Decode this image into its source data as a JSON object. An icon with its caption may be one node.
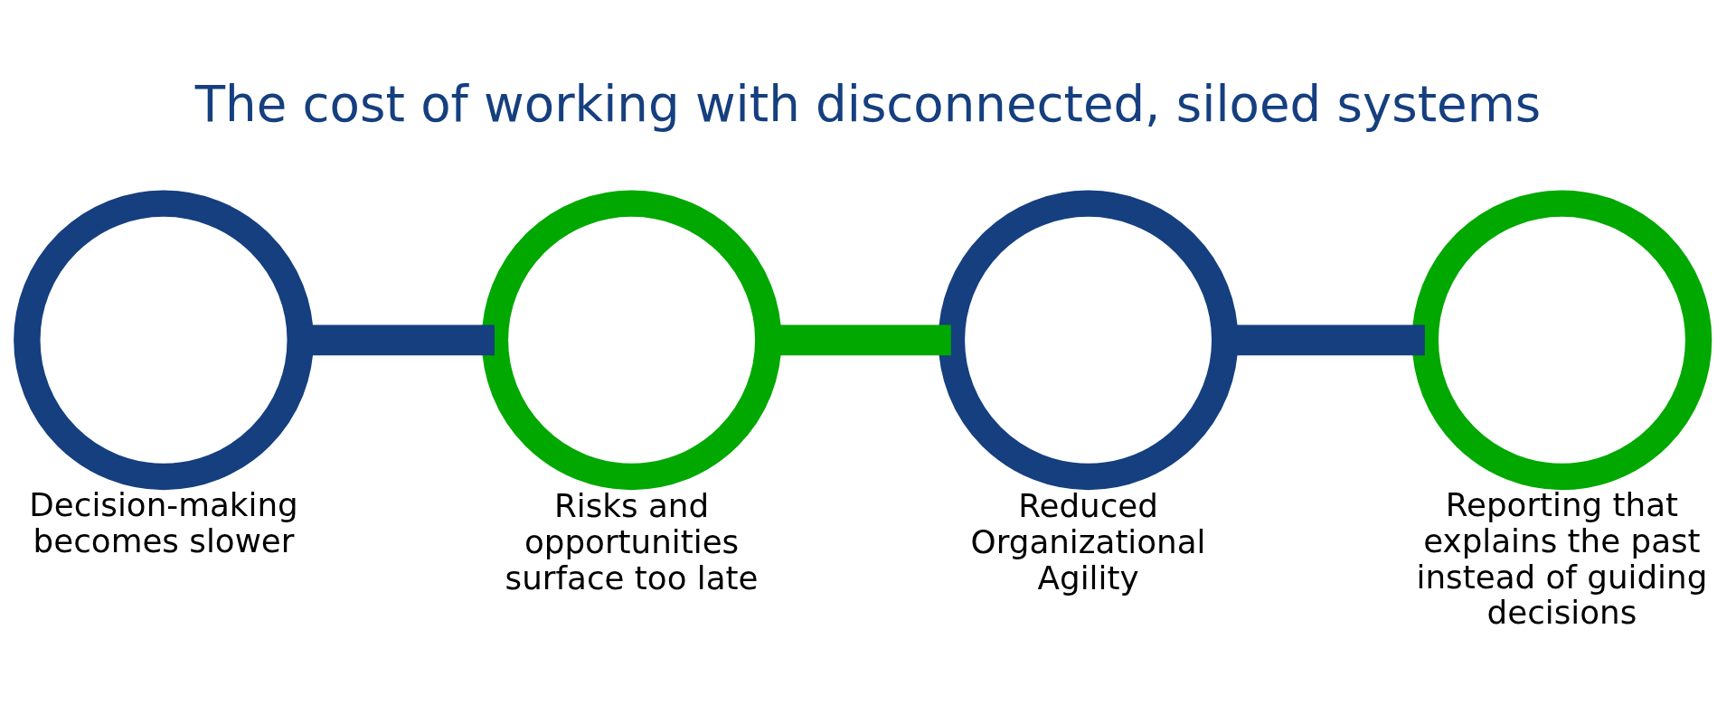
{
  "diagram": {
    "title": "The cost of working with disconnected, siloed systems",
    "nodes": [
      {
        "text": [],
        "shape": "circle",
        "beside": [
          "Decision-making becomes slower"
        ]
      },
      {
        "text": [],
        "shape": "circle",
        "beside": [
          "Risks and opportunities surface too late"
        ]
      },
      {
        "text": [],
        "shape": "circle",
        "beside": [
          "Reduced Organizational Agility"
        ]
      },
      {
        "text": [],
        "shape": "circle",
        "beside": [
          "Reporting that explains the past instead of guiding decisions"
        ]
      }
    ],
    "edges": [
      {
        "from": 0,
        "to": 1,
        "arrow": "none"
      },
      {
        "from": 1,
        "to": 2,
        "arrow": "none",
        "color": "#00a800"
      },
      {
        "from": 2,
        "to": 3,
        "arrow": "none"
      }
    ]
  }
}
